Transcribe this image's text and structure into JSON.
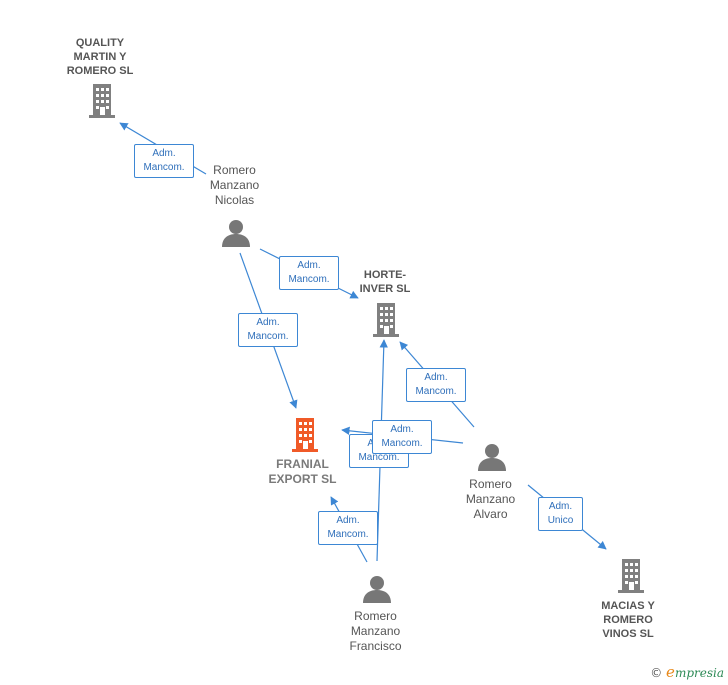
{
  "colors": {
    "edge": "#3d87d4",
    "company_icon": "#808080",
    "main_company_icon": "#f05a28",
    "person_icon": "#777777"
  },
  "persons": [
    {
      "id": "nicolas",
      "label": "Romero\nManzano\nNicolas",
      "icon": "person-icon"
    },
    {
      "id": "alvaro",
      "label": "Romero\nManzano\nAlvaro",
      "icon": "person-icon"
    },
    {
      "id": "francisco",
      "label": "Romero\nManzano\nFrancisco",
      "icon": "person-icon"
    }
  ],
  "companies": [
    {
      "id": "quality",
      "label": "QUALITY\nMARTIN Y\nROMERO  SL",
      "icon": "building-icon"
    },
    {
      "id": "horte",
      "label": "HORTE-\nINVER SL",
      "icon": "building-icon"
    },
    {
      "id": "franial",
      "label": "FRANIAL\nEXPORT  SL",
      "icon": "building-icon",
      "main": true
    },
    {
      "id": "macias",
      "label": "MACIAS Y\nROMERO\nVINOS SL",
      "icon": "building-icon"
    }
  ],
  "relations": [
    {
      "id": "r1",
      "from": "nicolas",
      "to": "quality",
      "label": "Adm.\nMancom."
    },
    {
      "id": "r2",
      "from": "nicolas",
      "to": "horte",
      "label": "Adm.\nMancom."
    },
    {
      "id": "r3",
      "from": "nicolas",
      "to": "franial",
      "label": "Adm.\nMancom."
    },
    {
      "id": "r4",
      "from": "alvaro",
      "to": "horte",
      "label": "Adm.\nMancom."
    },
    {
      "id": "r5",
      "from": "alvaro",
      "to": "franial",
      "label": "Adm.\nMancom."
    },
    {
      "id": "r6",
      "from": "francisco",
      "to": "horte",
      "label": "Adm.\nMancom."
    },
    {
      "id": "r7",
      "from": "francisco",
      "to": "franial",
      "label": "Adm.\nMancom."
    },
    {
      "id": "r8",
      "from": "alvaro",
      "to": "macias",
      "label": "Adm.\nUnico"
    }
  ],
  "watermark": {
    "copyright": "©",
    "brand_initial": "e",
    "brand_rest": "mpresia"
  }
}
